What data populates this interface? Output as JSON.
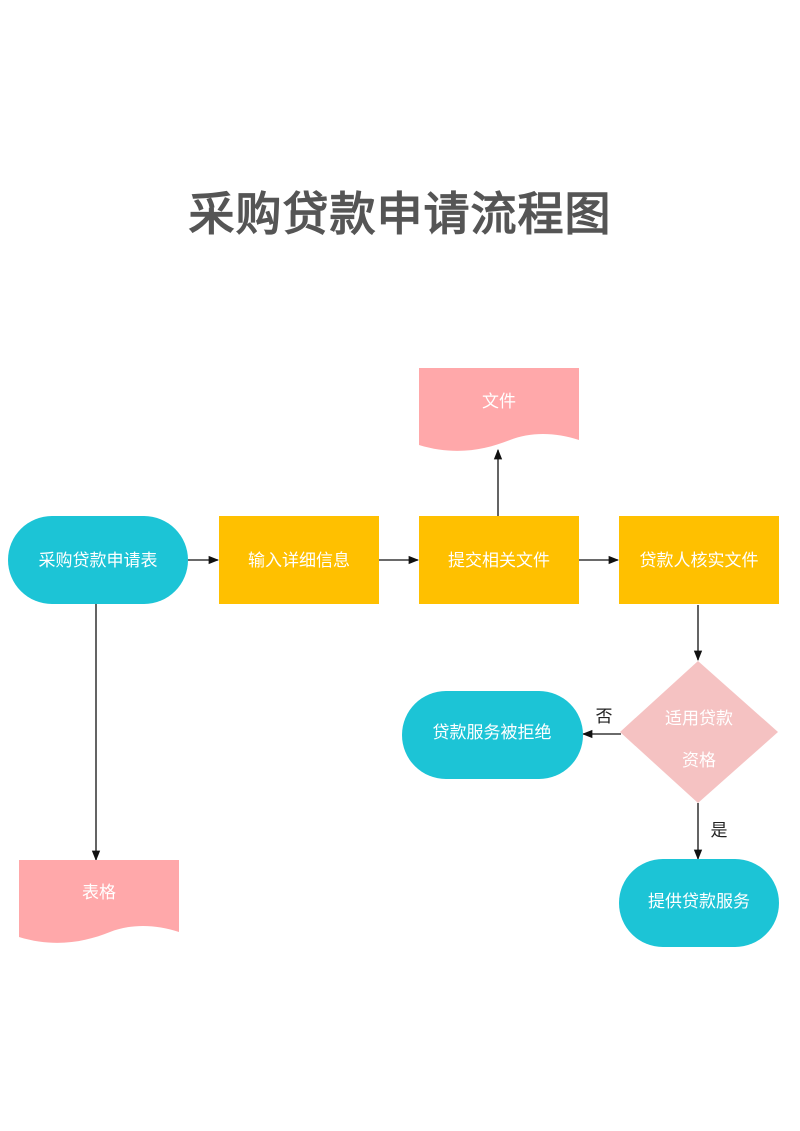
{
  "title": "采购贷款申请流程图",
  "colors": {
    "terminal": "#1CC4D6",
    "process": "#FFC000",
    "document": "#FFA8AA",
    "decision": "#F5C2C2",
    "arrow": "#111111"
  },
  "nodes": {
    "application_form": "采购贷款申请表",
    "enter_details": "输入详细信息",
    "submit_documents": "提交相关文件",
    "loan_officer_verify": "贷款人核实文件",
    "documents": "文件",
    "form": "表格",
    "decision_line1": "适用贷款",
    "decision_line2": "资格",
    "rejected": "贷款服务被拒绝",
    "provide_service": "提供贷款服务"
  },
  "edges": {
    "no": "否",
    "yes": "是"
  }
}
